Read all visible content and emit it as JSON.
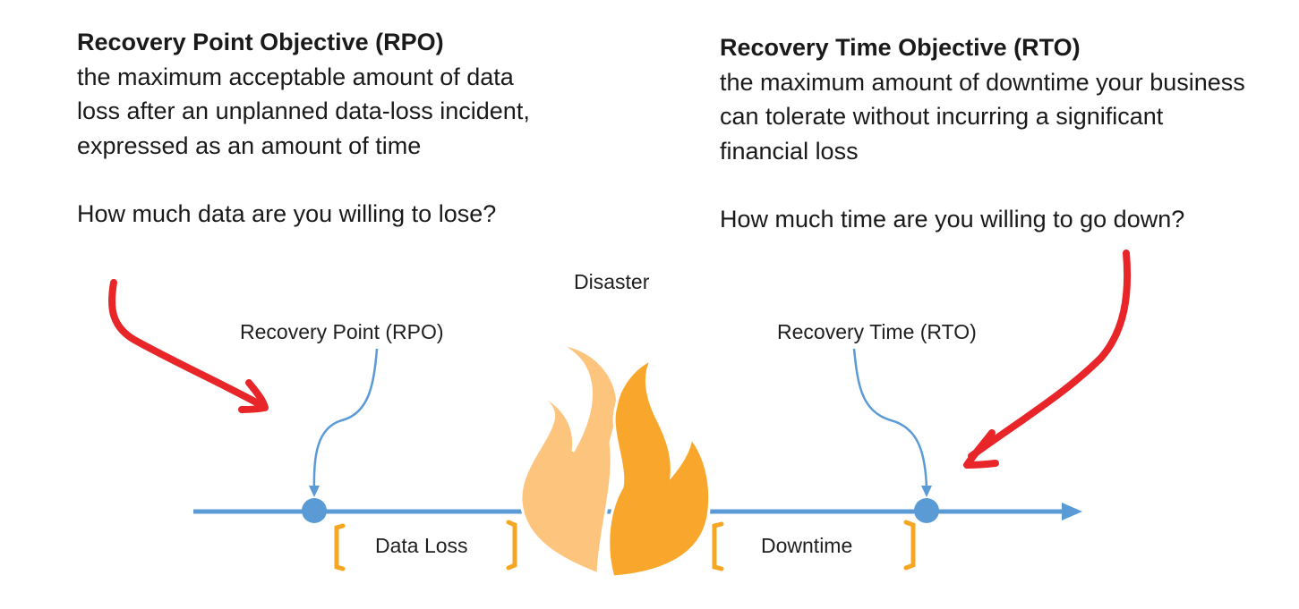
{
  "rpo": {
    "heading": "Recovery Point Objective (RPO)",
    "definition": "the maximum acceptable amount of data loss after an unplanned data-loss incident, expressed as an amount of time",
    "question": "How much data are you willing to lose?"
  },
  "rto": {
    "heading": "Recovery Time Objective (RTO)",
    "definition": "the maximum amount of downtime your business can tolerate without incurring a significant financial loss",
    "question": "How much time are you willing to go down?"
  },
  "timeline": {
    "disaster_label": "Disaster",
    "recovery_point_label": "Recovery Point (RPO)",
    "recovery_time_label": "Recovery Time (RTO)",
    "data_loss_label": "Data Loss",
    "downtime_label": "Downtime"
  },
  "colors": {
    "timeline": "#5b9bd5",
    "bracket": "#f5a623",
    "flame_light": "#fdc47e",
    "flame_dark": "#f9a72c",
    "annotation_arrow": "#e8262a"
  }
}
